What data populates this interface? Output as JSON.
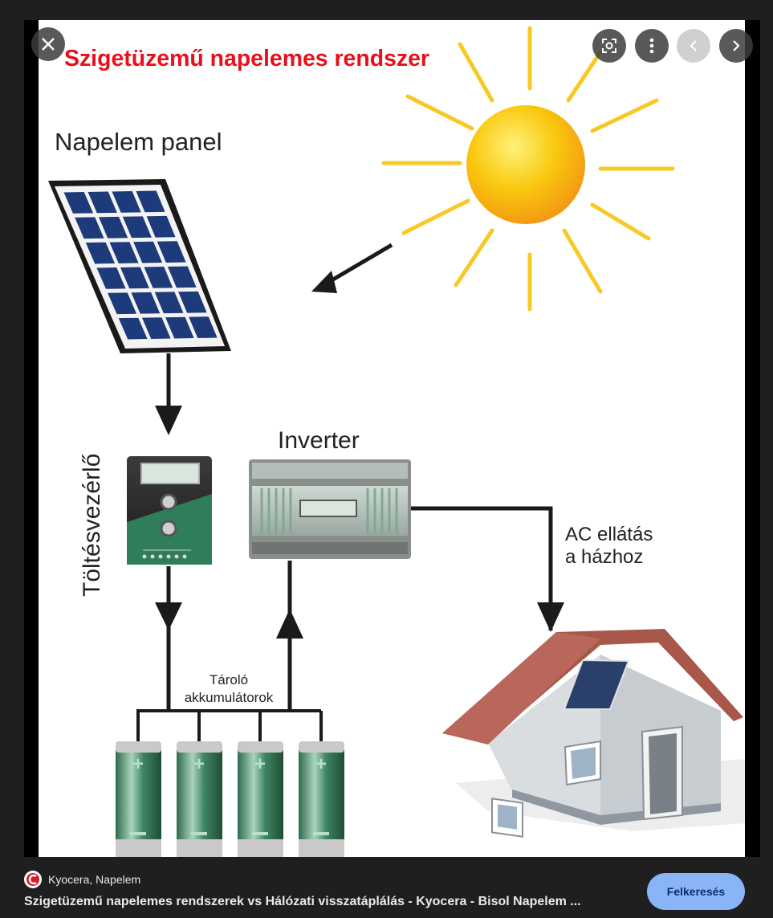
{
  "viewer": {
    "close_label": "Close",
    "lens_label": "Search image",
    "more_label": "More options",
    "prev_label": "Previous",
    "next_label": "Next"
  },
  "diagram": {
    "title": "Szigetüzemű napelemes rendszer",
    "panel_label": "Napelem panel",
    "controller_label": "Töltésvezérlő",
    "inverter_label": "Inverter",
    "ac_label_line1": "AC ellátás",
    "ac_label_line2": "a házhoz",
    "battery_label_line1": "Tároló",
    "battery_label_line2": "akkumulátorok",
    "colors": {
      "title_red": "#e8101a",
      "panel_blue": "#1d3a7a",
      "controller_green": "#2f7d5a",
      "battery_green": "#3d7d5c",
      "roof_brown": "#a8584a",
      "sun_yellow": "#f7c40f"
    }
  },
  "source": {
    "name": "Kyocera, Napelem",
    "caption": "Szigetüzemű napelemes rendszerek vs Hálózati visszatáplálás - Kyocera - Bisol Napelem ...",
    "visit_label": "Felkeresés"
  }
}
